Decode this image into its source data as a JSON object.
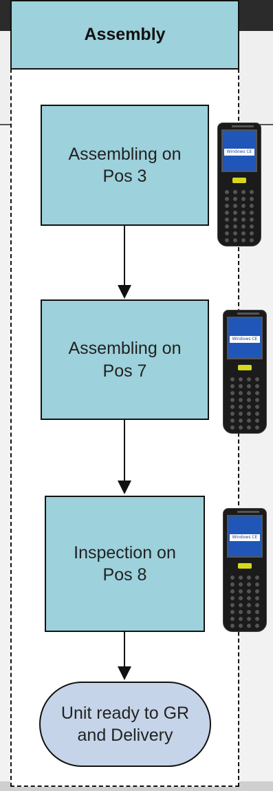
{
  "lane": {
    "title": "Assembly"
  },
  "steps": [
    {
      "label": "Assembling on\nPos 3"
    },
    {
      "label": "Assembling on\nPos 7"
    },
    {
      "label": "Inspection on\nPos 8"
    }
  ],
  "end": {
    "label": "Unit ready to GR\nand Delivery"
  },
  "device": {
    "screen_text": "Windows CE",
    "icon": "handheld-terminal-icon"
  },
  "colors": {
    "process_fill": "#9dd1db",
    "terminator_fill": "#c5d4e8",
    "stroke": "#111111"
  }
}
